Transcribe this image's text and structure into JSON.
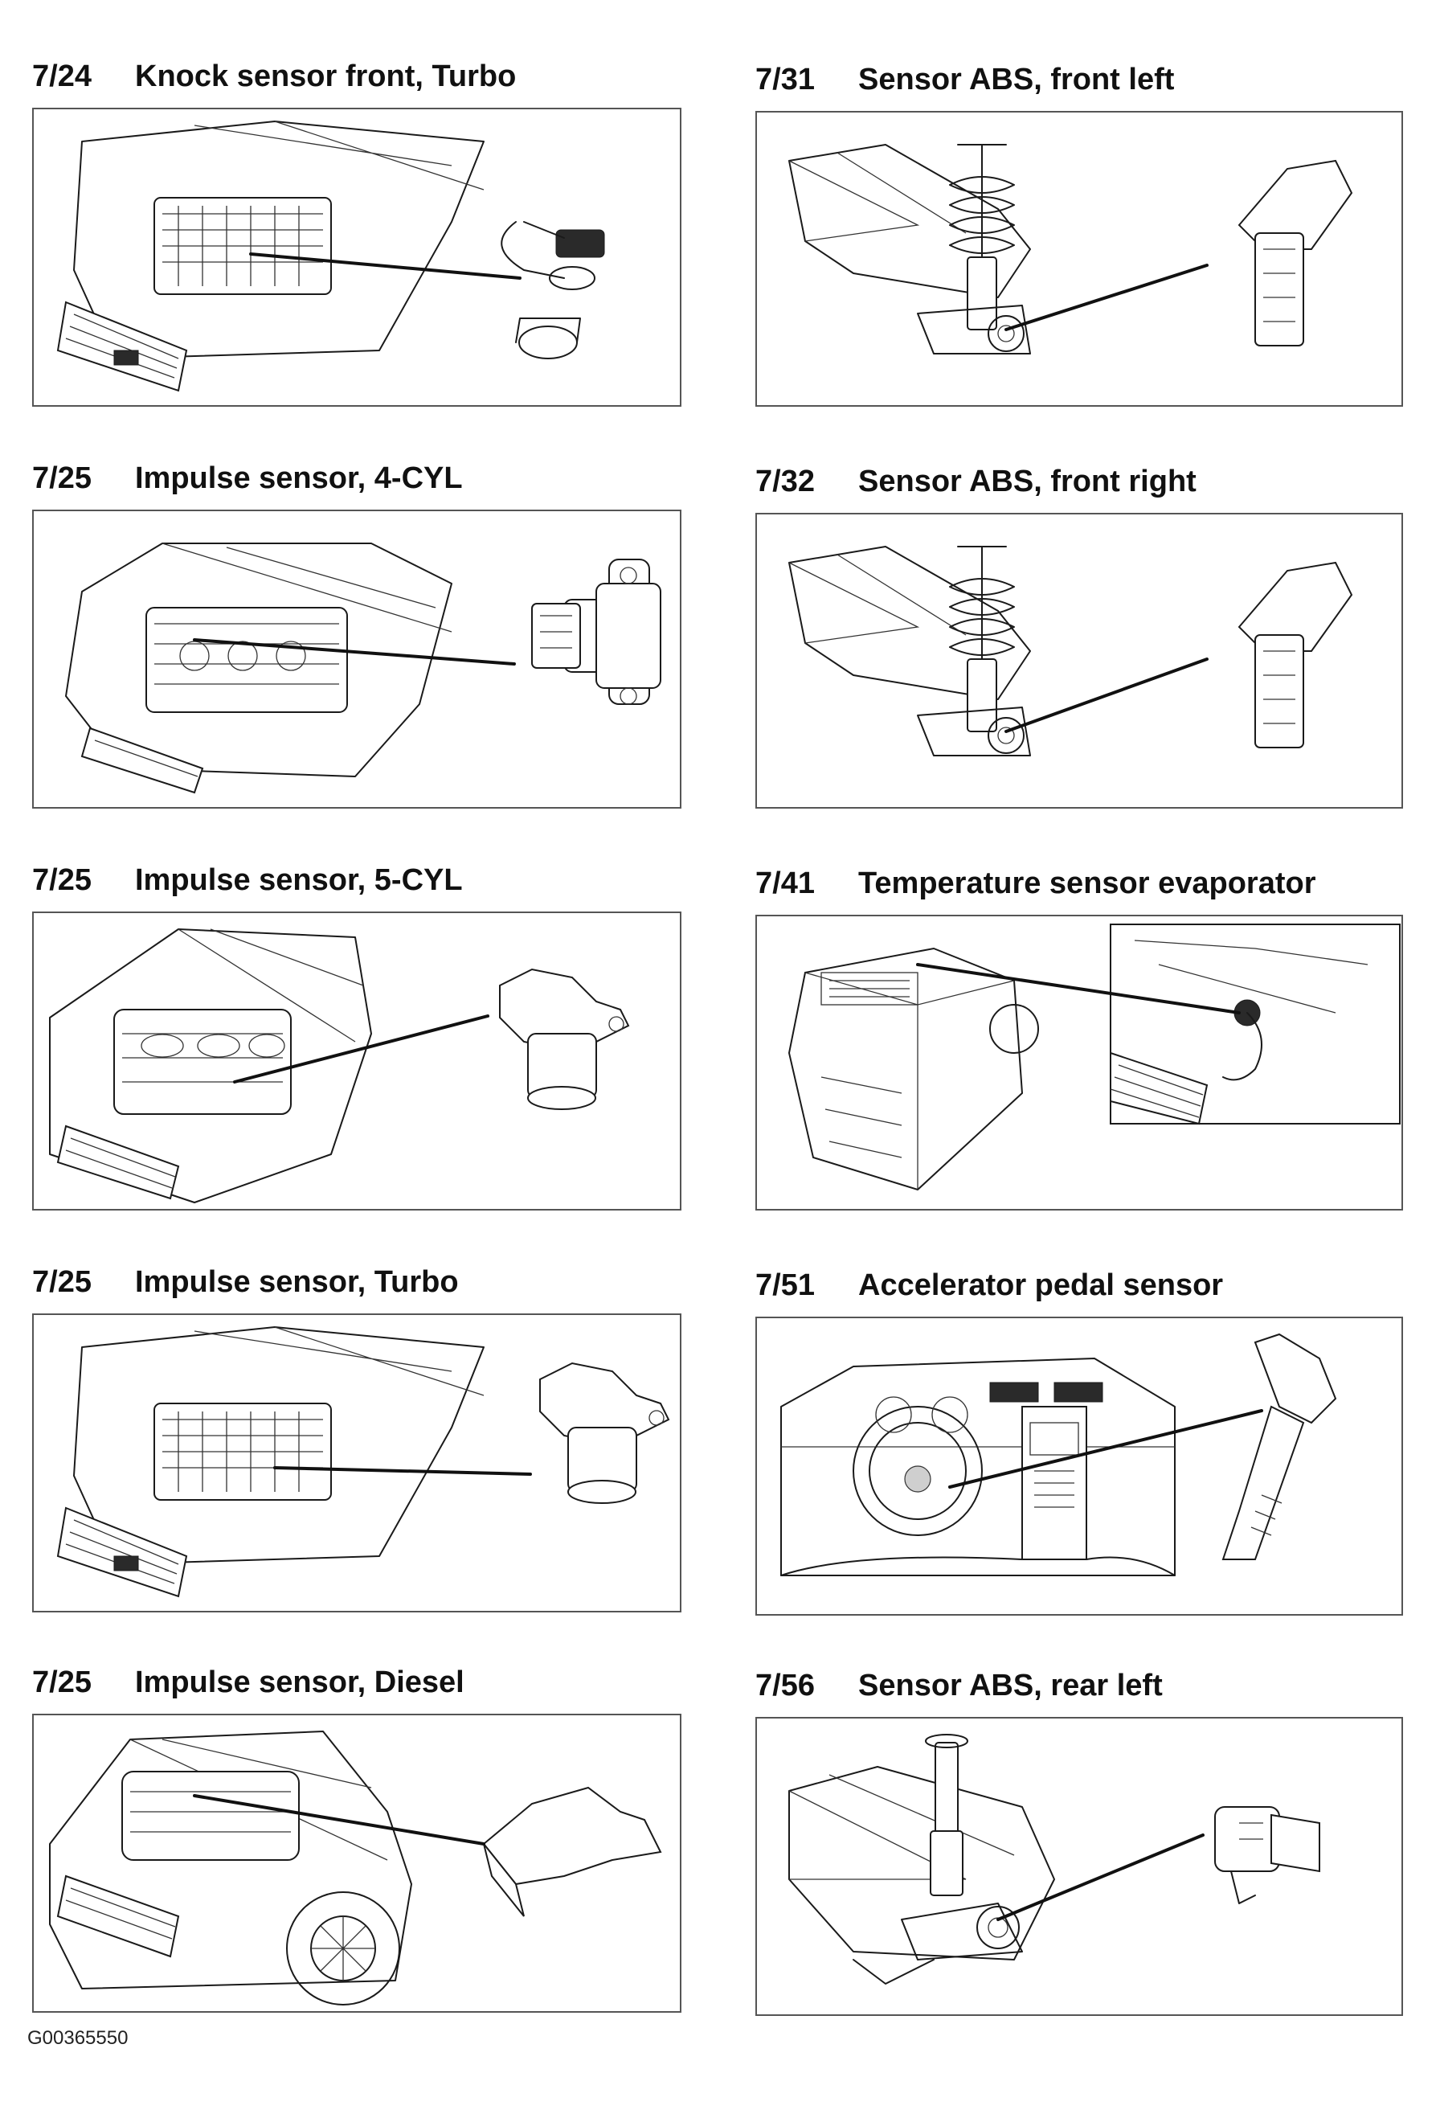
{
  "panels": [
    {
      "id": "p1",
      "code": "7/24",
      "title": "Knock sensor front, Turbo"
    },
    {
      "id": "p2",
      "code": "7/31",
      "title": "Sensor ABS, front left"
    },
    {
      "id": "p3",
      "code": "7/25",
      "title": "Impulse sensor, 4-CYL"
    },
    {
      "id": "p4",
      "code": "7/32",
      "title": "Sensor ABS, front right"
    },
    {
      "id": "p5",
      "code": "7/25",
      "title": "Impulse sensor, 5-CYL"
    },
    {
      "id": "p6",
      "code": "7/41",
      "title": "Temperature sensor evaporator"
    },
    {
      "id": "p7",
      "code": "7/25",
      "title": "Impulse sensor, Turbo"
    },
    {
      "id": "p8",
      "code": "7/51",
      "title": "Accelerator pedal sensor"
    },
    {
      "id": "p9",
      "code": "7/25",
      "title": "Impulse sensor, Diesel"
    },
    {
      "id": "p10",
      "code": "7/56",
      "title": "Sensor ABS, rear left"
    }
  ],
  "footer_code": "G00365550"
}
